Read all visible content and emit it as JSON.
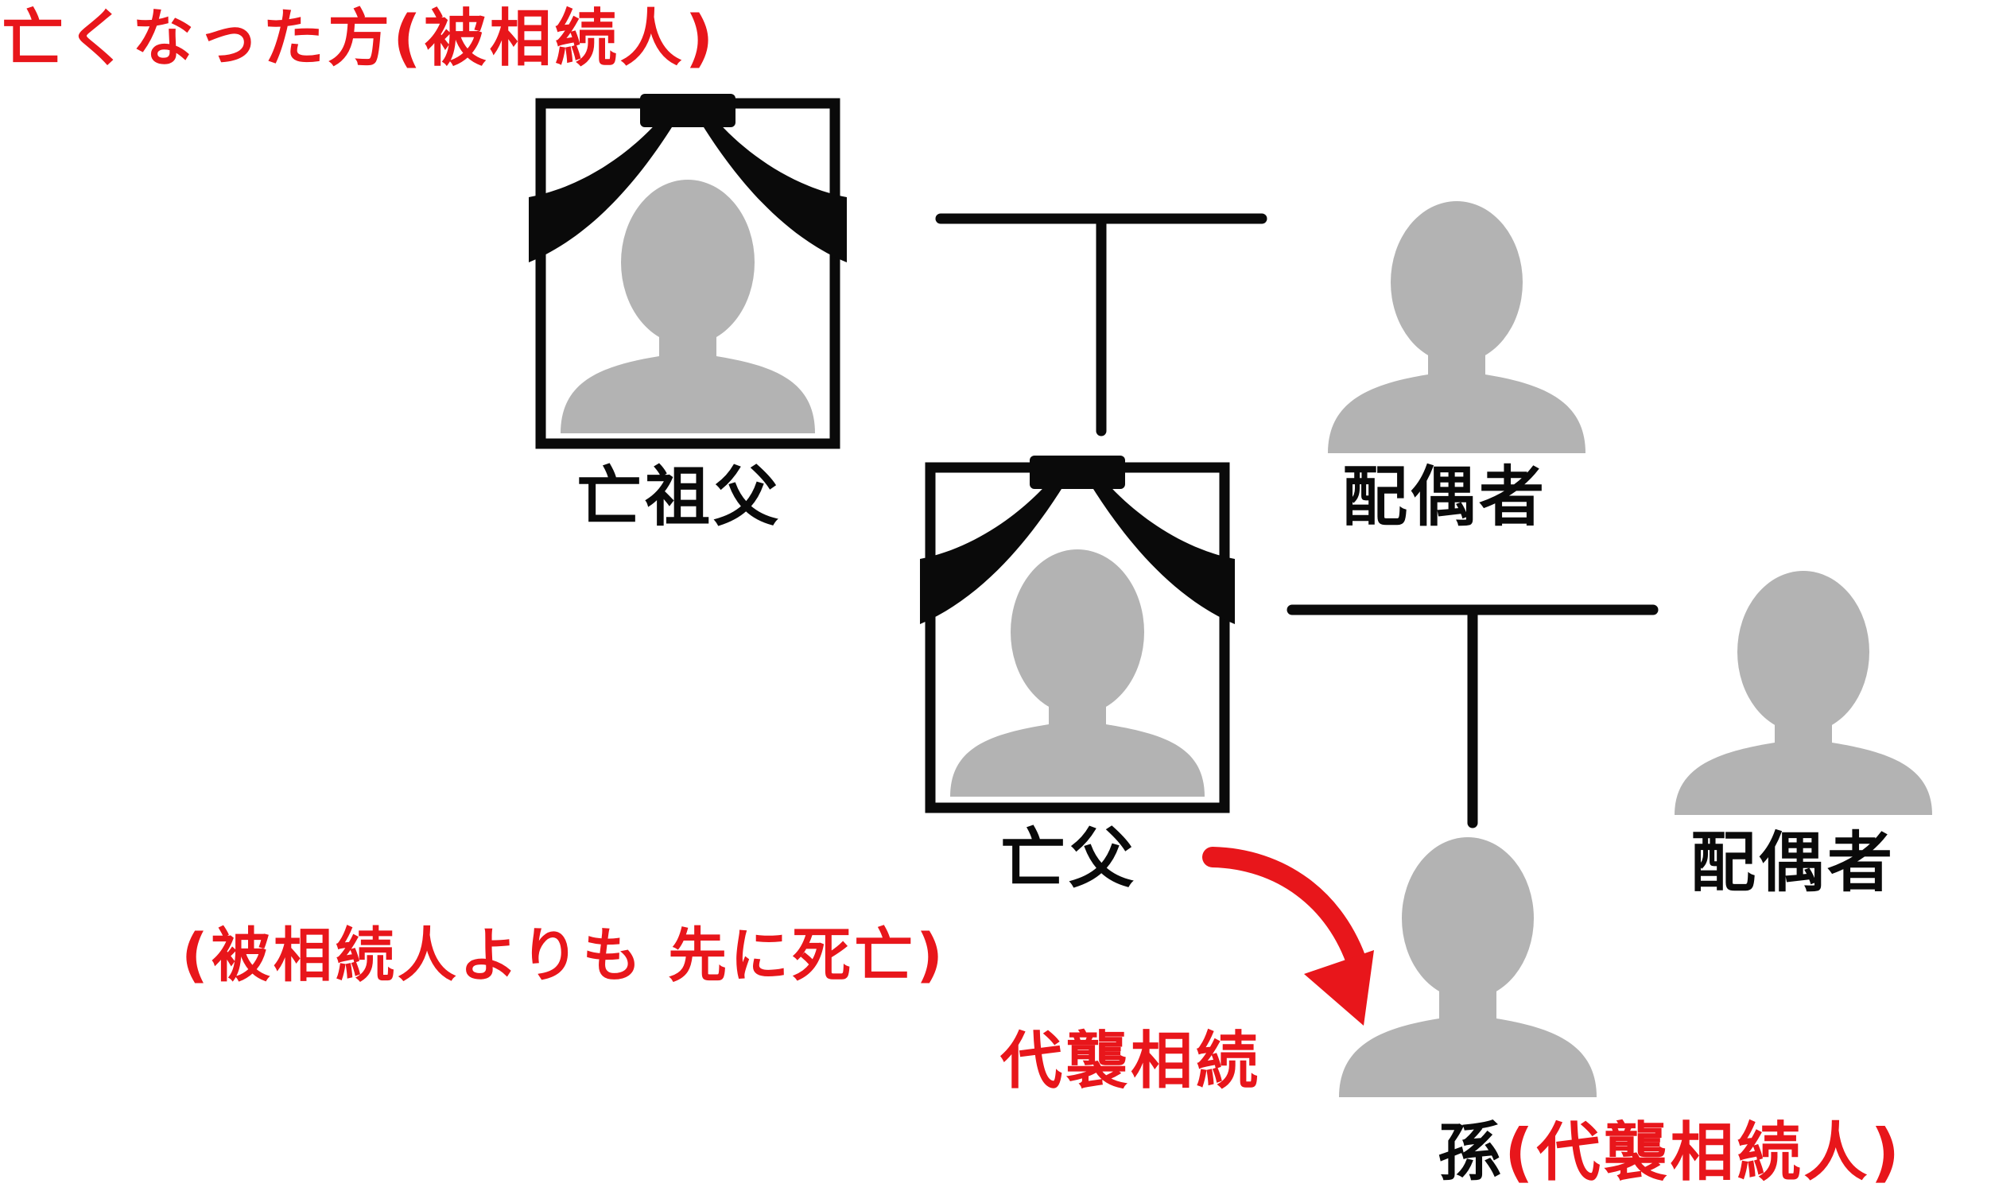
{
  "title": "亡くなった方(被相続人)",
  "colors": {
    "accent": "#e8161b",
    "text": "#0a0a0a",
    "silhouette": "#b3b3b3",
    "line": "#0a0a0a"
  },
  "people": {
    "grandfather": {
      "label": "亡祖父",
      "deceased": true
    },
    "grandfather_spouse": {
      "label": "配偶者",
      "deceased": false
    },
    "father": {
      "label": "亡父",
      "deceased": true,
      "note": "(被相続人よりも 先に死亡)"
    },
    "father_spouse": {
      "label": "配偶者",
      "deceased": false
    },
    "grandchild": {
      "label": "孫",
      "role": "(代襲相続人)"
    }
  },
  "arrow_label": "代襲相続"
}
